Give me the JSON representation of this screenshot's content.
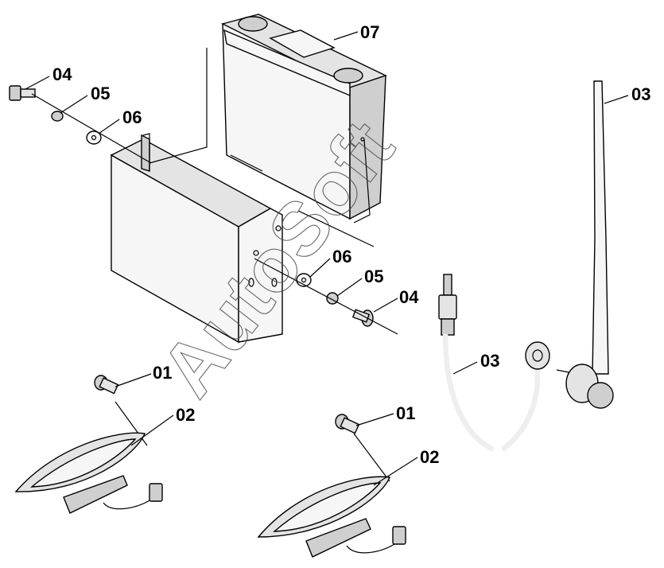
{
  "diagram": {
    "watermark": "AutoSoft",
    "callouts": [
      {
        "id": "c-07",
        "text": "07"
      },
      {
        "id": "c-04a",
        "text": "04"
      },
      {
        "id": "c-05a",
        "text": "05"
      },
      {
        "id": "c-06a",
        "text": "06"
      },
      {
        "id": "c-03a",
        "text": "03"
      },
      {
        "id": "c-06b",
        "text": "06"
      },
      {
        "id": "c-05b",
        "text": "05"
      },
      {
        "id": "c-04b",
        "text": "04"
      },
      {
        "id": "c-03b",
        "text": "03"
      },
      {
        "id": "c-01a",
        "text": "01"
      },
      {
        "id": "c-02a",
        "text": "02"
      },
      {
        "id": "c-01b",
        "text": "01"
      },
      {
        "id": "c-02b",
        "text": "02"
      }
    ]
  }
}
